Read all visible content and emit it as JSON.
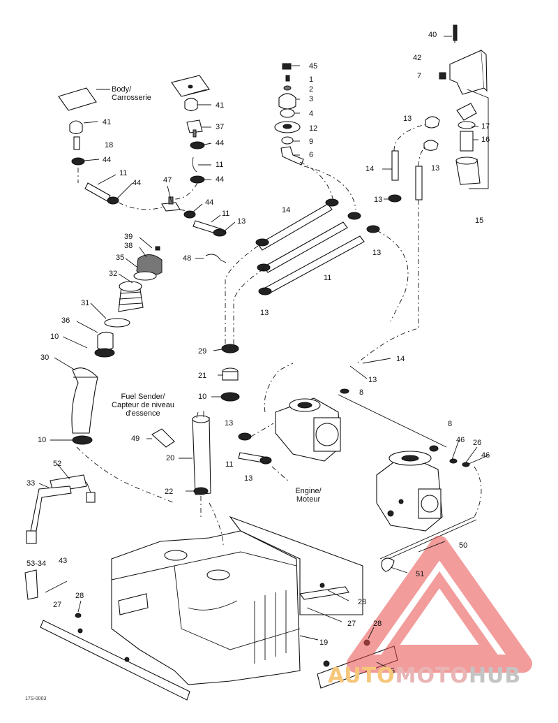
{
  "callouts": [
    {
      "id": "c40",
      "text": "40"
    },
    {
      "id": "c42",
      "text": "42"
    },
    {
      "id": "c7",
      "text": "7"
    },
    {
      "id": "c45",
      "text": "45"
    },
    {
      "id": "c1",
      "text": "1"
    },
    {
      "id": "c2",
      "text": "2"
    },
    {
      "id": "c3",
      "text": "3"
    },
    {
      "id": "c4",
      "text": "4"
    },
    {
      "id": "c12",
      "text": "12"
    },
    {
      "id": "c9",
      "text": "9"
    },
    {
      "id": "c6",
      "text": "6"
    },
    {
      "id": "c13a",
      "text": "13"
    },
    {
      "id": "c17",
      "text": "17"
    },
    {
      "id": "c16",
      "text": "16"
    },
    {
      "id": "c14a",
      "text": "14"
    },
    {
      "id": "c13b",
      "text": "13"
    },
    {
      "id": "c13c",
      "text": "13"
    },
    {
      "id": "c15",
      "text": "15"
    },
    {
      "id": "c41a",
      "text": "41"
    },
    {
      "id": "c41b",
      "text": "41"
    },
    {
      "id": "c37",
      "text": "37"
    },
    {
      "id": "c18",
      "text": "18"
    },
    {
      "id": "c44a",
      "text": "44"
    },
    {
      "id": "c44b",
      "text": "44"
    },
    {
      "id": "c44c",
      "text": "44"
    },
    {
      "id": "c44d",
      "text": "44"
    },
    {
      "id": "c44e",
      "text": "44"
    },
    {
      "id": "c11a",
      "text": "11"
    },
    {
      "id": "c11b",
      "text": "11"
    },
    {
      "id": "c47",
      "text": "47"
    },
    {
      "id": "c11c",
      "text": "11"
    },
    {
      "id": "c13d",
      "text": "13"
    },
    {
      "id": "c14b",
      "text": "14"
    },
    {
      "id": "c13e",
      "text": "13"
    },
    {
      "id": "c11d",
      "text": "11"
    },
    {
      "id": "c13f",
      "text": "13"
    },
    {
      "id": "c39",
      "text": "39"
    },
    {
      "id": "c38",
      "text": "38"
    },
    {
      "id": "c35",
      "text": "35"
    },
    {
      "id": "c32",
      "text": "32"
    },
    {
      "id": "c48",
      "text": "48"
    },
    {
      "id": "c31",
      "text": "31"
    },
    {
      "id": "c36",
      "text": "36"
    },
    {
      "id": "c10a",
      "text": "10"
    },
    {
      "id": "c30",
      "text": "30"
    },
    {
      "id": "c29",
      "text": "29"
    },
    {
      "id": "c21",
      "text": "21"
    },
    {
      "id": "c10b",
      "text": "10"
    },
    {
      "id": "c14c",
      "text": "14"
    },
    {
      "id": "c13g",
      "text": "13"
    },
    {
      "id": "c8a",
      "text": "8"
    },
    {
      "id": "c10c",
      "text": "10"
    },
    {
      "id": "c49",
      "text": "49"
    },
    {
      "id": "c20",
      "text": "20"
    },
    {
      "id": "c13h",
      "text": "13"
    },
    {
      "id": "c11e",
      "text": "11"
    },
    {
      "id": "c13i",
      "text": "13"
    },
    {
      "id": "c8b",
      "text": "8"
    },
    {
      "id": "c46a",
      "text": "46"
    },
    {
      "id": "c26",
      "text": "26"
    },
    {
      "id": "c46b",
      "text": "46"
    },
    {
      "id": "c52",
      "text": "52"
    },
    {
      "id": "c33",
      "text": "33"
    },
    {
      "id": "c22",
      "text": "22"
    },
    {
      "id": "c50",
      "text": "50"
    },
    {
      "id": "c51",
      "text": "51"
    },
    {
      "id": "c5334",
      "text": "53-34"
    },
    {
      "id": "c43",
      "text": "43"
    },
    {
      "id": "c28a",
      "text": "28"
    },
    {
      "id": "c27a",
      "text": "27"
    },
    {
      "id": "c28b",
      "text": "28"
    },
    {
      "id": "c27b",
      "text": "27"
    },
    {
      "id": "c28c",
      "text": "28"
    },
    {
      "id": "c19",
      "text": "19"
    },
    {
      "id": "c5",
      "text": "5"
    }
  ],
  "text_labels": {
    "body": "Body/\nCarrosserie",
    "fuel_sender": "Fuel Sender/\nCapteur de niveau\nd'essence",
    "engine": "Engine/\nMoteur"
  },
  "figure_ref": "17S-0003",
  "watermark": {
    "part1": "AUTO",
    "part2": "MOTO",
    "part3": "HUB"
  },
  "colors": {
    "line": "#111111",
    "watermark_red": "#e84c4c",
    "watermark_orange": "#f6c77a"
  }
}
